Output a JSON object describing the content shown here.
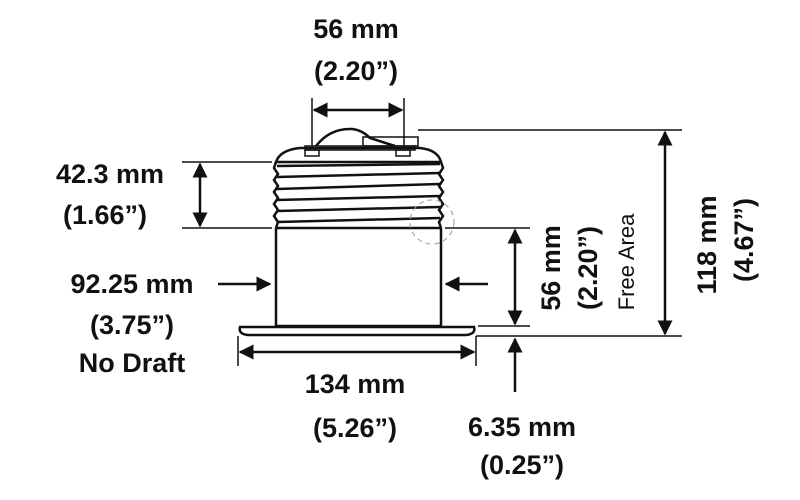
{
  "diagram": {
    "top_width": {
      "metric": "56 mm",
      "imperial": "(2.20”)"
    },
    "thread_height": {
      "metric": "42.3 mm",
      "imperial": "(1.66”)"
    },
    "body_diameter": {
      "metric": "92.25 mm",
      "imperial": "(3.75”)",
      "note": "No Draft"
    },
    "free_area": {
      "metric": "56 mm",
      "imperial": "(2.20”)",
      "note": "Free Area"
    },
    "total_height": {
      "metric": "118 mm",
      "imperial": "(4.67”)"
    },
    "flange_diameter": {
      "metric": "134 mm",
      "imperial": "(5.26”)"
    },
    "flange_thickness": {
      "metric": "6.35 mm",
      "imperial": "(0.25”)"
    }
  }
}
